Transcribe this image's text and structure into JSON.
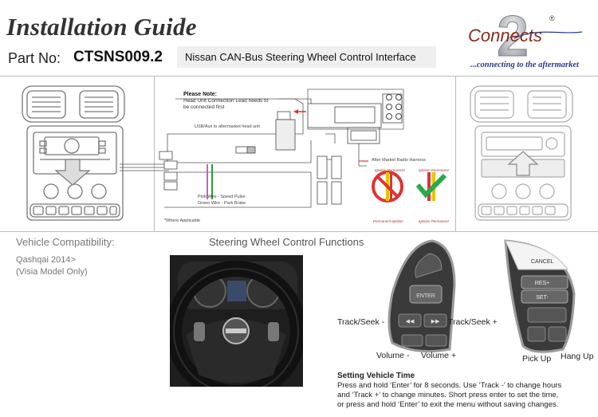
{
  "header": {
    "title": "Installation Guide",
    "part_label": "Part No:",
    "part_code": "CTSNS009.2",
    "description": "Nissan CAN-Bus Steering Wheel Control Interface",
    "logo_text": "Connects",
    "logo_number": "2",
    "logo_reg": "®",
    "tagline": "...connecting to the aftermarket"
  },
  "diagram": {
    "note_title": "Please Note:",
    "note_line1": "Head Unit Connection Lead needs to",
    "note_line2": "be connected first",
    "usb_label": "USB/Aux to aftermarket head unit",
    "harness_label": "After Market Radio Harness",
    "wire1": "Pink Wire - Speed Pulse",
    "wire2": "Green Wire - Park Brake",
    "where": "*Where Applicable",
    "perm1": "Ignition Permanent",
    "perm2": "Ignition Permanent",
    "perm3": "Permanent Ignition",
    "perm4": "Ignition Permanent"
  },
  "compatibility": {
    "heading": "Vehicle Compatibility:",
    "line1": "Qashqai 2014>",
    "line2": "(Visia Model Only)"
  },
  "swc": {
    "heading": "Steering Wheel Control Functions",
    "left": {
      "track_seek_minus": "Track/Seek -",
      "track_seek_plus": "Track/Seek +",
      "volume_minus": "Volume -",
      "volume_plus": "Volume +",
      "enter_btn": "ENTER"
    },
    "right": {
      "cancel_btn": "CANCEL",
      "res_btn": "RES+",
      "set_btn": "SET-",
      "pick_up": "Pick Up",
      "hang_up": "Hang Up"
    }
  },
  "setting_time": {
    "heading": "Setting Vehicle Time",
    "line1": "Press and hold ‘Enter’ for 8 seconds.  Use ‘Track -’ to change hours",
    "line2": "and ‘Track +’ to change minutes.  Short press enter to set the time,",
    "line3": "or press and hold ‘Enter’ to exit the menu without saving changes."
  }
}
